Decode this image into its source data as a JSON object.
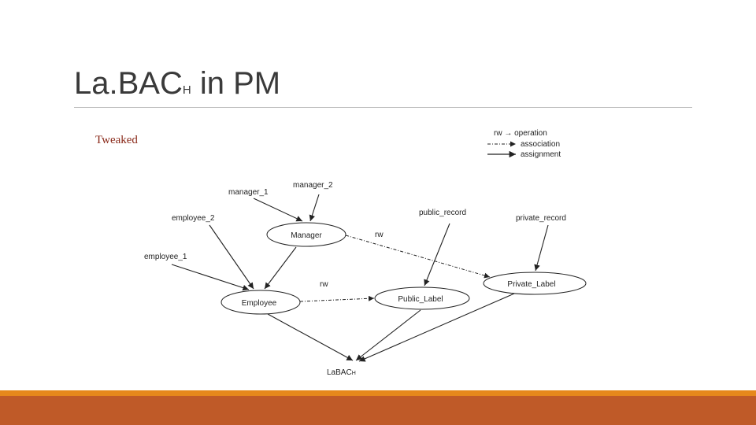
{
  "slide": {
    "title_main": "La.BAC",
    "title_sub": "H",
    "title_rest": " in PM",
    "subtitle": "Tweaked"
  },
  "legend": {
    "op_text": "rw → operation",
    "association_text": "association",
    "assignment_text": "assignment"
  },
  "nodes": {
    "manager": "Manager",
    "employee": "Employee",
    "public_label": "Public_Label",
    "private_label": "Private_Label"
  },
  "labels": {
    "manager_1": "manager_1",
    "manager_2": "manager_2",
    "employee_1": "employee_1",
    "employee_2": "employee_2",
    "public_record": "public_record",
    "private_record": "private_record",
    "root_main": "LaBAC",
    "root_sub": "H"
  },
  "edges": {
    "rw_manager_private": "rw",
    "rw_employee_public": "rw"
  },
  "colors": {
    "title": "#3a3a3a",
    "subtitle": "#8a2a1a",
    "footer_thin": "#e6881c",
    "footer_bar": "#bf5a28"
  }
}
